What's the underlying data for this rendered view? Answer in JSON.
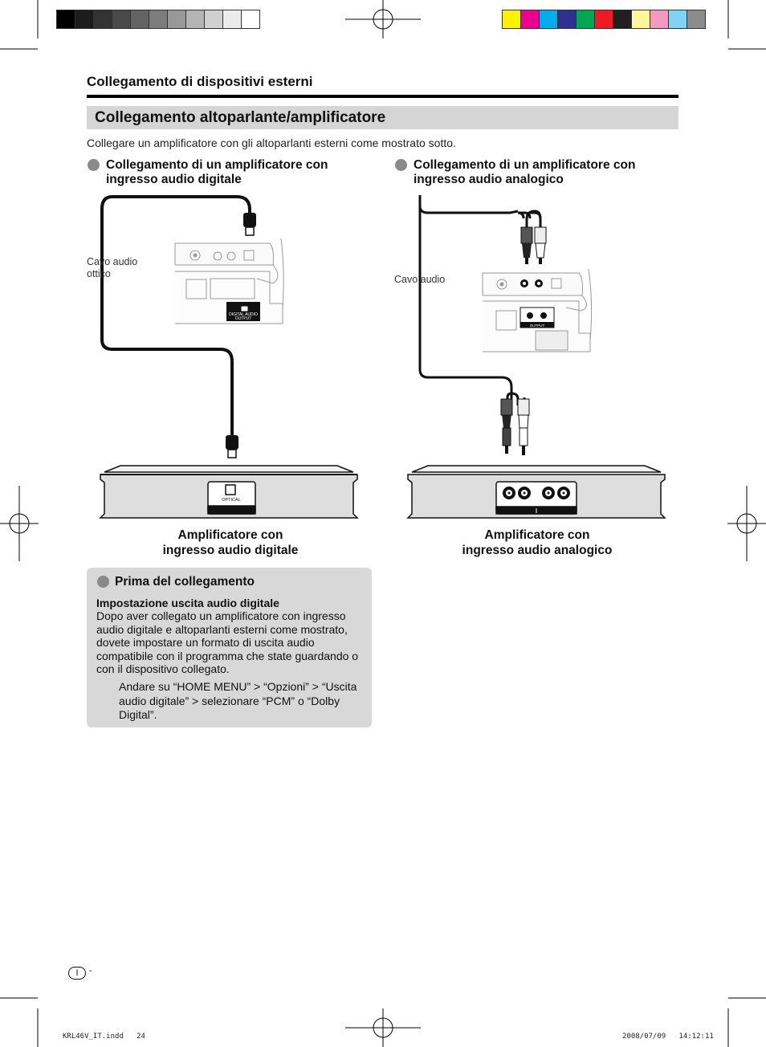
{
  "header": {
    "section_title": "Collegamento di dispositivi esterni",
    "page_title": "Collegamento altoparlante/amplificatore",
    "intro": "Collegare un amplificatore con gli altoparlanti esterni come mostrato sotto."
  },
  "left": {
    "heading_line1": "Collegamento di un amplificatore con",
    "heading_line2": "ingresso audio digitale",
    "cable_label_line1": "Cavo audio",
    "cable_label_line2": "ottico",
    "tv_port_label": "DIGITAL AUDIO",
    "tv_port_label2": "OUTPUT",
    "amp_port_label": "OPTICAL",
    "caption_line1": "Amplificatore con",
    "caption_line2": "ingresso audio digitale"
  },
  "right": {
    "heading_line1": "Collegamento di un amplificatore con",
    "heading_line2": "ingresso audio analogico",
    "cable_label": "Cavo audio",
    "tv_port_label": "OUTPUT",
    "caption_line1": "Amplificatore con",
    "caption_line2": "ingresso audio analogico"
  },
  "note": {
    "title": "Prima del collegamento",
    "subtitle": "Impostazione uscita audio digitale",
    "body": "Dopo aver collegato un amplificatore con ingresso audio digitale e altoparlanti esterni come mostrato, dovete impostare un formato di uscita audio compatibile con il programma che state guardando o con il dispositivo collegato.",
    "step": "Andare su “HOME MENU” > “Opzioni” > “Uscita audio digitale” > selezionare “PCM” o “Dolby Digital”."
  },
  "footer": {
    "page_marker": "I",
    "page_dash": "-",
    "file_info": "KRL46V_IT.indd   24",
    "date_info": "2008/07/09   14:12:11"
  },
  "colors": {
    "gray_swatches": [
      "#000000",
      "#1c1c1c",
      "#333333",
      "#4a4a4a",
      "#636363",
      "#7d7d7d",
      "#989898",
      "#b4b4b4",
      "#d0d0d0",
      "#ececec",
      "#ffffff"
    ],
    "color_swatches": [
      "#fff200",
      "#ec008c",
      "#00aeef",
      "#2e3192",
      "#00a651",
      "#ed1c24",
      "#231f20",
      "#fff799",
      "#f49ac1",
      "#7fd4f5",
      "#8c8c8c"
    ],
    "title_bar": "#d5d5d5",
    "note_box": "#d8d8d8"
  }
}
